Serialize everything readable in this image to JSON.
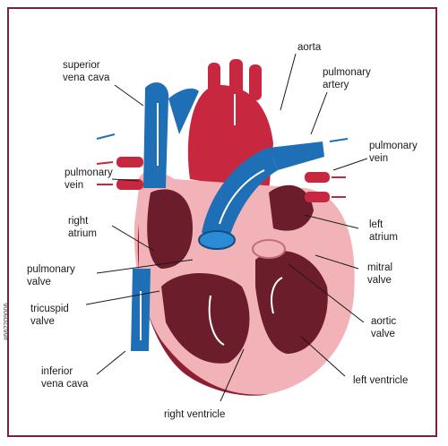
{
  "labels": {
    "superior_vena_cava": [
      "superior",
      "vena cava"
    ],
    "aorta": "aorta",
    "pulmonary_artery": [
      "pulmonary",
      "artery"
    ],
    "pulmonary_vein_left": [
      "pulmonary",
      "vein"
    ],
    "pulmonary_vein_right": [
      "pulmonary",
      "vein"
    ],
    "right_atrium": [
      "right",
      "atrium"
    ],
    "left_atrium": [
      "left",
      "atrium"
    ],
    "pulmonary_valve": [
      "pulmonary",
      "valve"
    ],
    "mitral_valve": [
      "mitral",
      "valve"
    ],
    "tricuspid_valve": [
      "tricuspid",
      "valve"
    ],
    "aortic_valve": [
      "aortic",
      "valve"
    ],
    "inferior_vena_cava": [
      "inferior",
      "vena cava"
    ],
    "left_ventricle": "left ventricle",
    "right_ventricle": "right ventricle"
  },
  "watermark": "#662209006",
  "colors": {
    "deoxygenated": "#1e6fb5",
    "oxygenated": "#c8283f",
    "heart_wall": "#f2b3b8",
    "chamber": "#6b1d2c",
    "frame": "#7a2040"
  }
}
